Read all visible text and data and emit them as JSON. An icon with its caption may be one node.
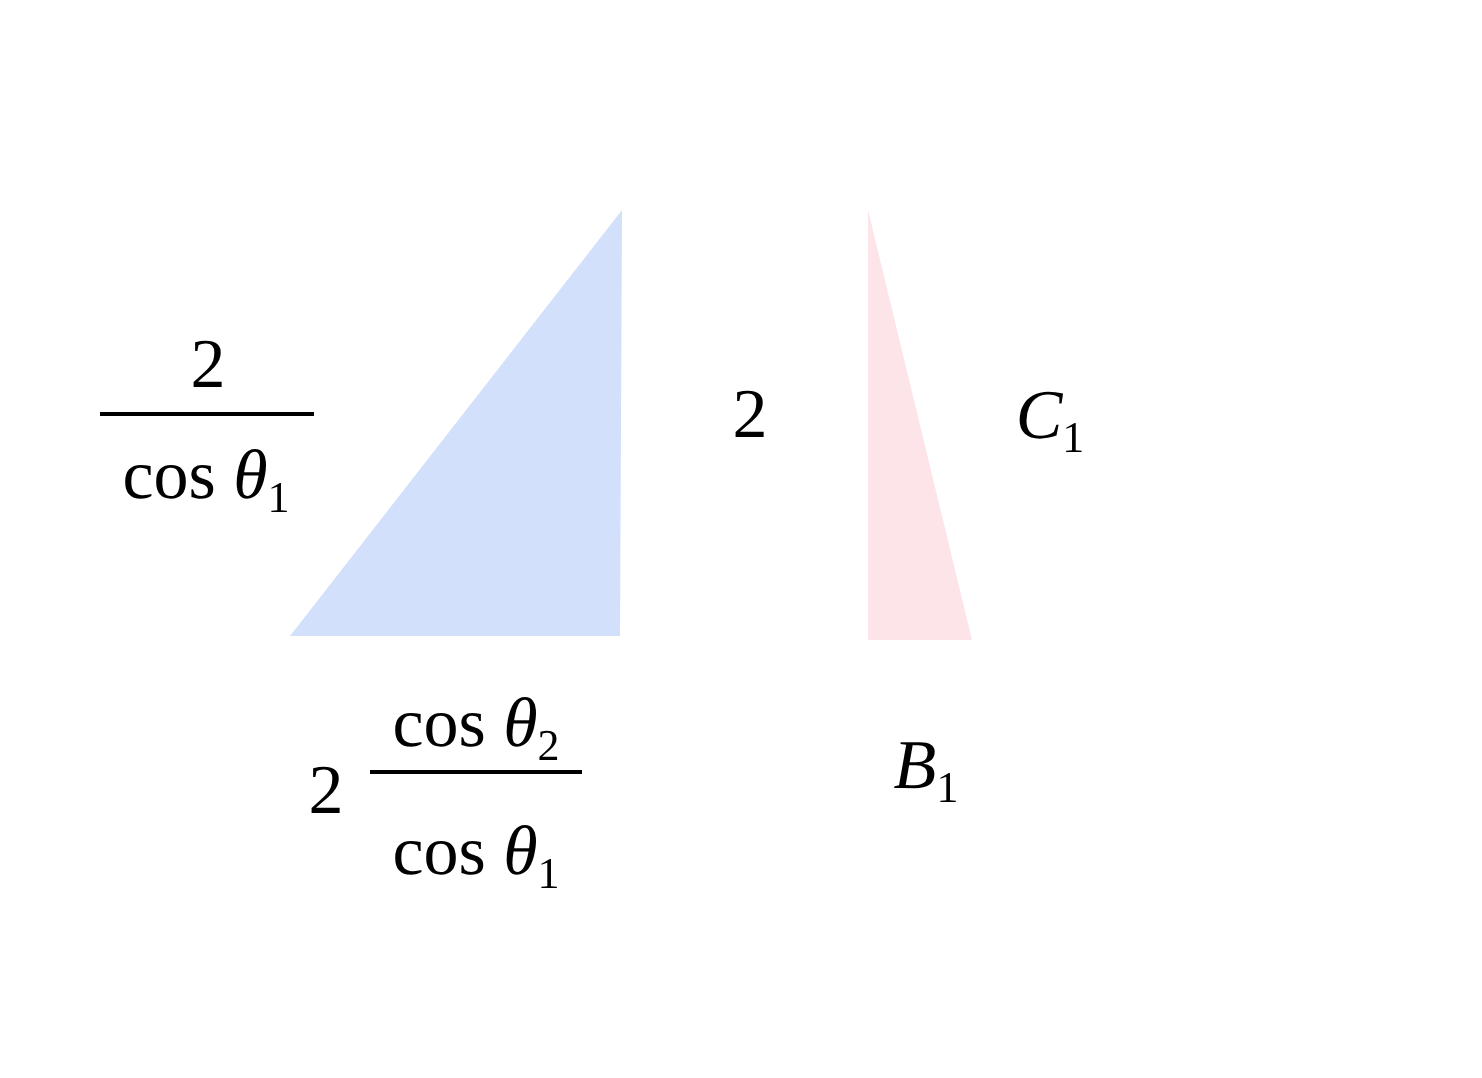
{
  "diagram": {
    "labels": [
      "2",
      "cos *θ*$_{1}$",
      "2",
      "*C*$_{1}$",
      "2",
      "cos *θ*$_{2}$",
      "cos *θ*$_{1}$",
      "*B*$_{1}$"
    ]
  }
}
